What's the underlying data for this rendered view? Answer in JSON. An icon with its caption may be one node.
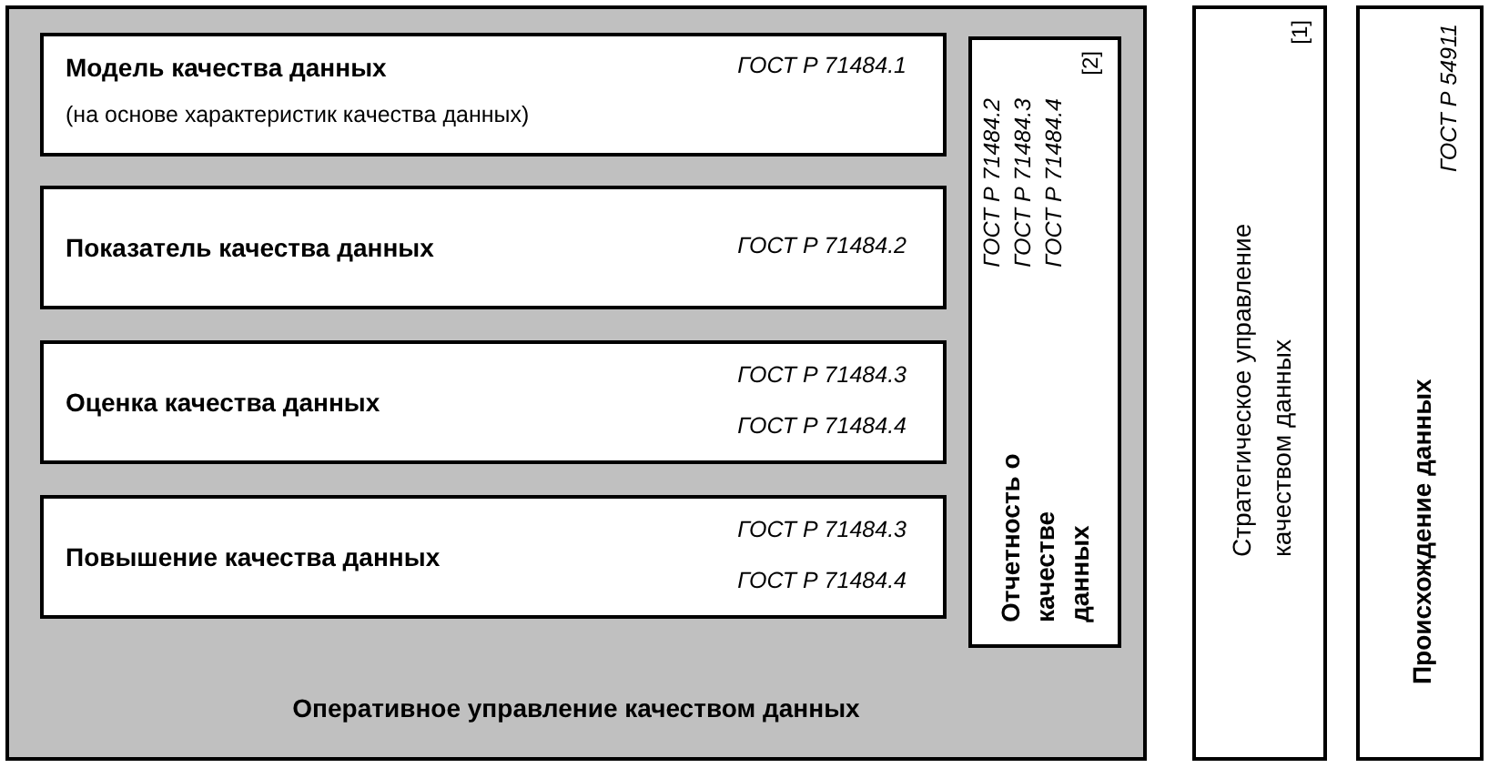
{
  "diagram": {
    "nodes": [
      {
        "text": [
          "Оперативное управление качеством данных"
        ]
      },
      {
        "text": [
          "Модель качества данных",
          "(на основе характеристик качества данных)",
          "ГОСТ Р 71484.1"
        ],
        "in": 0
      },
      {
        "text": [
          "Показатель качества данных",
          "ГОСТ Р 71484.2"
        ],
        "in": 0
      },
      {
        "text": [
          "Оценка качества данных",
          "ГОСТ Р 71484.3",
          "ГОСТ Р 71484.4"
        ],
        "in": 0
      },
      {
        "text": [
          "Повышение качества данных",
          "ГОСТ Р 71484.3",
          "ГОСТ Р 71484.4"
        ],
        "in": 0
      },
      {
        "text": [
          "Отчетность о качестве данных",
          "ГОСТ Р 71484.2",
          "ГОСТ Р 71484.3",
          "ГОСТ Р 71484.4",
          "[2]"
        ],
        "in": 0
      },
      {
        "text": [
          "Стратегическое управление качеством данных",
          "[1]"
        ]
      },
      {
        "text": [
          "Происхождение данных",
          "ГОСТ Р 54911"
        ]
      }
    ]
  }
}
